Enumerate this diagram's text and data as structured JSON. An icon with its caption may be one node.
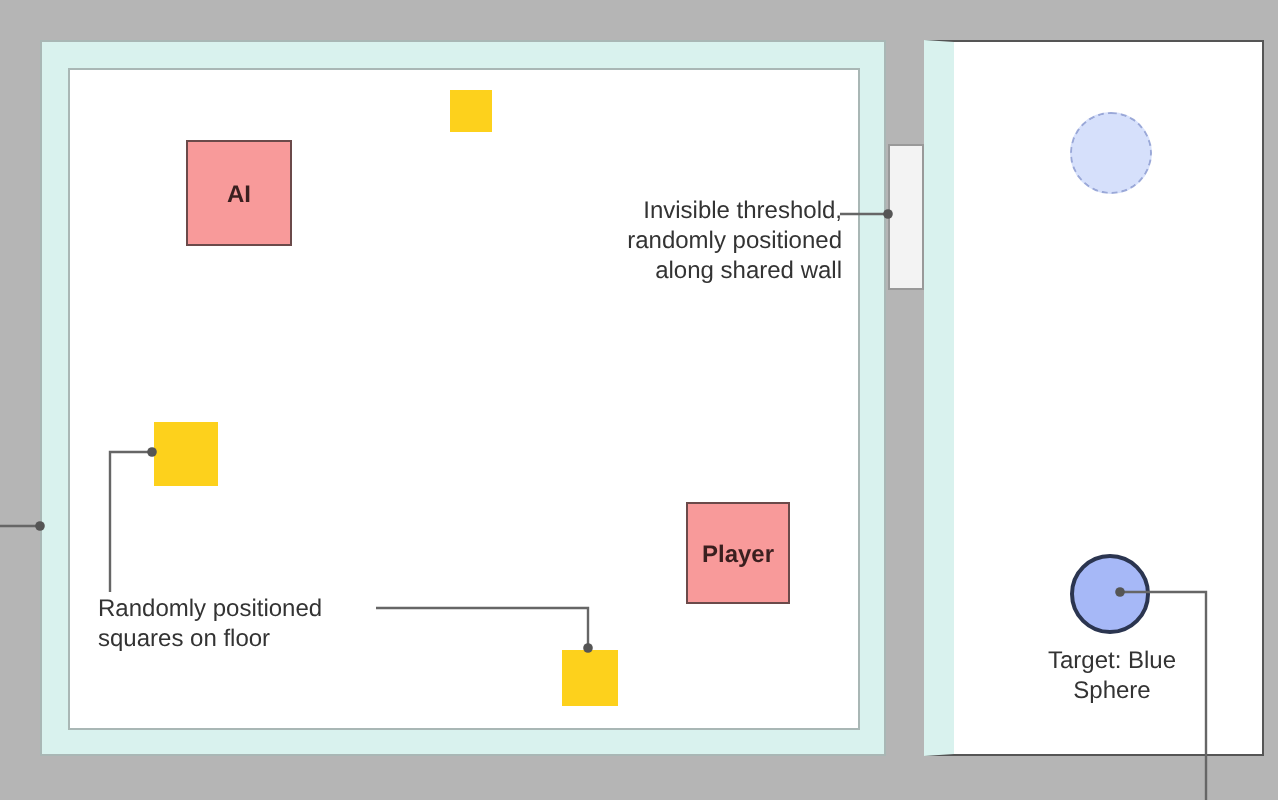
{
  "diagram": {
    "nodes": [
      {
        "text": [],
        "shape": "box"
      },
      {
        "text": [],
        "shape": "box",
        "in": 0
      },
      {
        "text": [
          "AI"
        ],
        "in": 0
      },
      {
        "text": [
          "Invisible threshold, randomly positioned along shared wall"
        ],
        "in": 0
      },
      {
        "text": [],
        "shape": "box",
        "in": 0
      },
      {
        "text": [
          "Player"
        ],
        "in": 0
      },
      {
        "text": [
          "Randomly positioned squares on floor"
        ],
        "in": 0
      },
      {
        "text": [],
        "shape": "box",
        "in": 0
      },
      {
        "text": [],
        "shape": "box"
      },
      {
        "text": [],
        "shape": "box"
      },
      {
        "text": [],
        "shape": "circle",
        "in": 9
      },
      {
        "text": [
          "Target: Blue Sphere"
        ],
        "in": 9
      }
    ],
    "edges": [
      {
        "from": 3,
        "to": 8,
        "arrow": "other"
      },
      {
        "from": 6,
        "to": 4,
        "arrow": "other"
      },
      {
        "from": 6,
        "to": 7,
        "arrow": "other"
      },
      {
        "from": null,
        "to": 11,
        "arrow": "other"
      },
      {
        "from": null,
        "to": 0,
        "arrow": "other"
      }
    ]
  }
}
